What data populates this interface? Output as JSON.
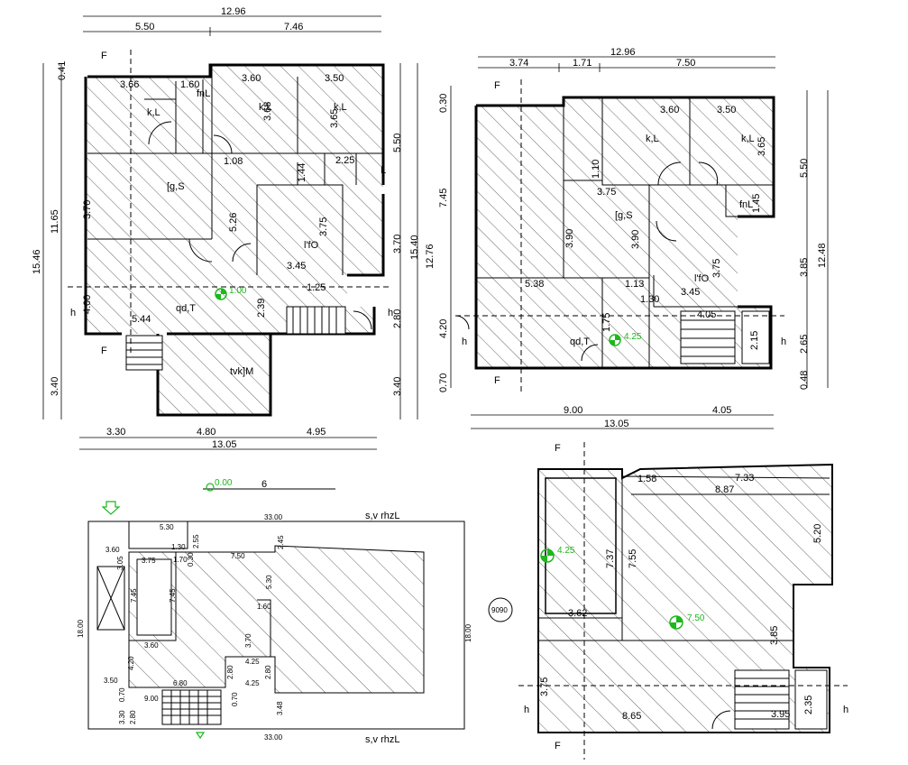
{
  "plan_ground": {
    "dims_top": [
      "12.96",
      "5.50",
      "7.46"
    ],
    "dims_bottom": [
      "3.30",
      "4.80",
      "4.95",
      "13.05"
    ],
    "dims_left": [
      "0.41",
      "11.65",
      "15.46",
      "3.40",
      "4.00",
      "3.70"
    ],
    "dims_right": [
      "5.50",
      "3.70",
      "2.80",
      "3.40",
      "15.40",
      "12.76"
    ],
    "room_dims": [
      "3.66",
      "1.60",
      "3.60",
      "3.50",
      "3.68",
      "3.65",
      "1.08",
      "1.44",
      "2.25",
      "5.26",
      "3.75",
      "3.45",
      "2.39",
      "5.44",
      "1.25"
    ],
    "rooms": [
      "k,L",
      "k,L",
      "k,L",
      "[g,S",
      "l'fO",
      "qd,T",
      "tvk]M",
      "L",
      "fnL"
    ],
    "level": "1.00",
    "section_mark": "F",
    "arrow_mark": "h"
  },
  "plan_first": {
    "dims_top": [
      "12.96",
      "3.74",
      "1.71",
      "7.50"
    ],
    "dims_bottom": [
      "9.00",
      "4.05",
      "13.05"
    ],
    "dims_left": [
      "0.30",
      "7.45",
      "4.20",
      "0.70"
    ],
    "dims_right": [
      "5.50",
      "3.85",
      "2.65",
      "0.48",
      "12.48"
    ],
    "room_dims": [
      "3.60",
      "3.50",
      "3.65",
      "1.10",
      "3.75",
      "3.90",
      "3.90",
      "5.38",
      "1.13",
      "1.30",
      "3.45",
      "3.75",
      "4.05",
      "2.15",
      "1.45",
      "1.75"
    ],
    "rooms": [
      "k,L",
      "k,L",
      "[g,S",
      "l'fO",
      "qd,T",
      "fnL"
    ],
    "level": "4.25",
    "section_mark": "F",
    "arrow_mark": "h"
  },
  "site_plan": {
    "road_label_top": "s,v rhzL",
    "road_label_bottom": "s,v rhzL",
    "dims": [
      "33.00",
      "33.00",
      "18.00",
      "18.00",
      "5.30",
      "3.60",
      "3.05",
      "1.30",
      "0.30",
      "2.45",
      "7.50",
      "3.75",
      "7.45",
      "7.45",
      "5.30",
      "1.60",
      "3.70",
      "3.60",
      "4.20",
      "6.80",
      "3.50",
      "4.25",
      "2.80",
      "2.80",
      "9.00",
      "3.30",
      "2.80",
      "3.48",
      "0.70",
      "2.55",
      "1.70",
      "0.70",
      "4.25"
    ],
    "north": "6",
    "level": "0.00"
  },
  "plan_roof": {
    "dims": [
      "1.58",
      "7.33",
      "8.87",
      "5.20",
      "7.37",
      "7.55",
      "3.62",
      "3.85",
      "3.75",
      "8.65",
      "3.95",
      "2.35"
    ],
    "levels": [
      "4.25",
      "7.50"
    ],
    "section_mark": "F",
    "arrow_mark": "h",
    "stamp": "9090"
  },
  "colors": {
    "ink": "#000000",
    "level_marker": "#1cb81c"
  }
}
